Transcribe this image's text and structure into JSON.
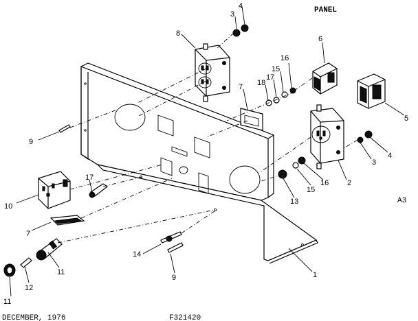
{
  "header": {
    "title": "PANEL"
  },
  "footer": {
    "date": "DECEMBER, 1976",
    "code": "F321420"
  },
  "sheet_id": "A3",
  "callouts": [
    "1",
    "2",
    "3",
    "3",
    "4",
    "4",
    "5",
    "6",
    "7",
    "7",
    "8",
    "9",
    "9",
    "10",
    "11",
    "11",
    "12",
    "13",
    "14",
    "15",
    "15",
    "16",
    "16",
    "17",
    "17",
    "18"
  ]
}
